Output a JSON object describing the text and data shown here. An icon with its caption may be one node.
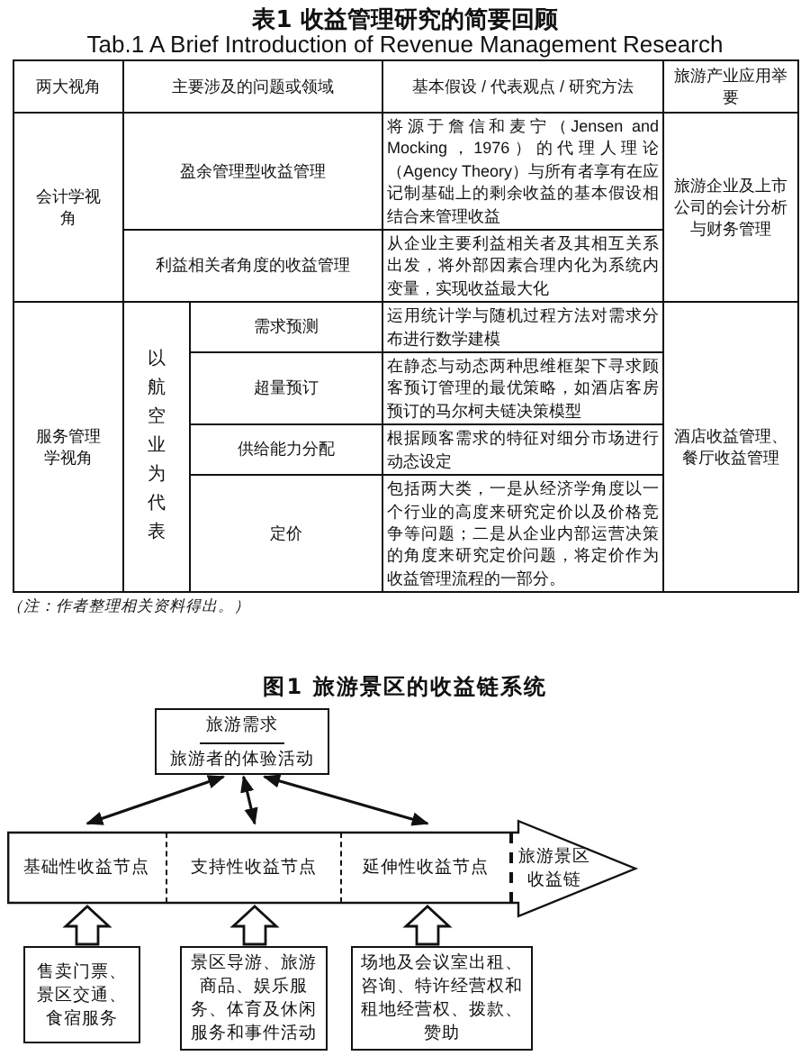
{
  "diagram": {
    "title": "图1 旅游景区的收益链系统",
    "nodes": [
      {
        "text": [
          "旅游需求",
          "旅游者的体验活动"
        ]
      },
      {
        "text": [
          "旅游景区收益链"
        ]
      },
      {
        "text": [
          "基础性收益节点"
        ],
        "in": 1
      },
      {
        "text": [
          "支持性收益节点"
        ],
        "in": 1
      },
      {
        "text": [
          "延伸性收益节点"
        ],
        "in": 1
      },
      {
        "text": [
          "售卖门票、景区交通、食宿服务"
        ]
      },
      {
        "text": [
          "景区导游、旅游商品、娱乐服务、体育及休闲服务和事件活动"
        ]
      },
      {
        "text": [
          "场地及会议室出租、咨询、特许经营权和租地经营权、拨款、赞助"
        ]
      }
    ],
    "edges": [
      {
        "from": 0,
        "to": 2,
        "arrow": "both"
      },
      {
        "from": 0,
        "to": 3,
        "arrow": "both"
      },
      {
        "from": 0,
        "to": 4,
        "arrow": "both"
      },
      {
        "from": 5,
        "to": 2,
        "arrow": "to",
        "style": "thick"
      },
      {
        "from": 6,
        "to": 3,
        "arrow": "to",
        "style": "thick"
      },
      {
        "from": 7,
        "to": 4,
        "arrow": "to",
        "style": "thick"
      }
    ],
    "labels": [
      "表1 收益管理研究的简要回顾",
      "Tab.1 A Brief Introduction of Revenue Management Research",
      "两大视角",
      "主要涉及的问题或领域",
      "基本假设 / 代表观点 / 研究方法",
      "旅游产业应用举要",
      "会计学视角",
      "盈余管理型收益管理",
      "将源于詹信和麦宁（Jensen and Mocking，1976）的代理人理论（Agency Theory）与所有者享有在应记制基础上的剩余收益的基本假设相结合来管理收益",
      "旅游企业及上市公司的会计分析与财务管理",
      "利益相关者角度的收益管理",
      "从企业主要利益相关者及其相互关系出发，将外部因素合理内化为系统内变量，实现收益最大化",
      "服务管理学视角",
      "以航空业为代表",
      "需求预测",
      "运用统计学与随机过程方法对需求分布进行数学建模",
      "酒店收益管理、餐厅收益管理",
      "超量预订",
      "在静态与动态两种思维框架下寻求顾客预订管理的最优策略，如酒店客房预订的马尔柯夫链决策模型",
      "供给能力分配",
      "根据顾客需求的特征对细分市场进行动态设定",
      "定价",
      "包括两大类，一是从经济学角度以一个行业的高度来研究定价以及价格竞争等问题；二是从企业内部运营决策的角度来研究定价问题，将定价作为收益管理流程的一部分。",
      "（注：作者整理相关资料得出。）"
    ]
  }
}
